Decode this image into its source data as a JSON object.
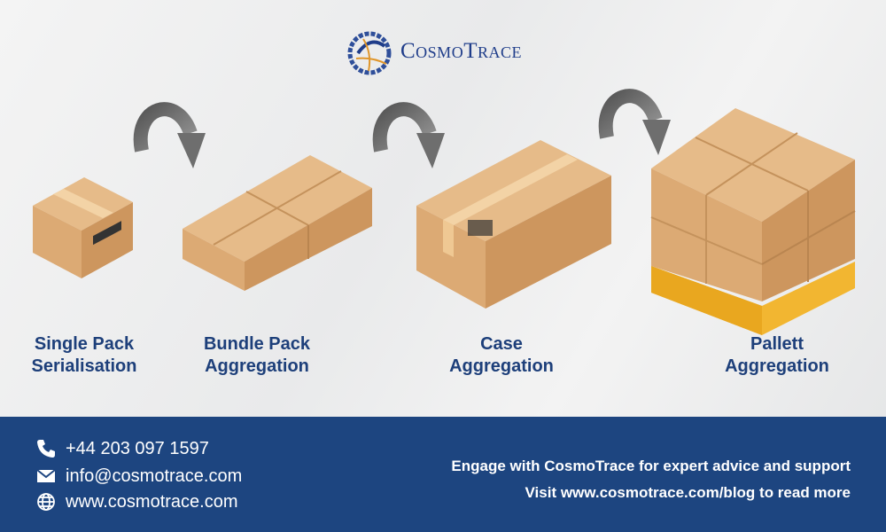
{
  "brand": {
    "name": "CosmoTrace"
  },
  "stages": [
    {
      "line1": "Single Pack",
      "line2": "Serialisation"
    },
    {
      "line1": "Bundle Pack",
      "line2": "Aggregation"
    },
    {
      "line1": "Case",
      "line2": "Aggregation"
    },
    {
      "line1": "Pallett",
      "line2": "Aggregation"
    }
  ],
  "footer": {
    "phone": "+44 203 097 1597",
    "email": "info@cosmotrace.com",
    "website": "www.cosmotrace.com",
    "cta_line1": "Engage with CosmoTrace for expert advice and support",
    "cta_line2": "Visit www.cosmotrace.com/blog to read more"
  },
  "colors": {
    "footer_bg": "#1d4580",
    "label": "#1d3f7a",
    "box_top": "#e3b785",
    "box_left": "#d9a56f",
    "box_right": "#c98f57",
    "pallet": "#f2b631"
  }
}
